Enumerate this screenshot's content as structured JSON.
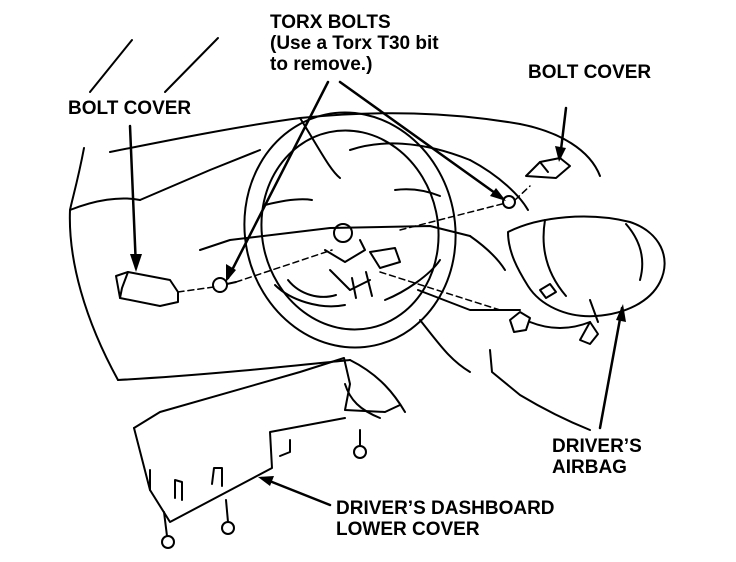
{
  "labels": {
    "torx": {
      "line1": "TORX BOLTS",
      "line2": "(Use a Torx T30 bit",
      "line3": "to remove.)"
    },
    "bolt_cover_left": "BOLT COVER",
    "bolt_cover_right": "BOLT COVER",
    "airbag": {
      "line1": "DRIVER’S",
      "line2": "AIRBAG"
    },
    "lower_cover": {
      "line1": "DRIVER’S DASHBOARD",
      "line2": "LOWER COVER"
    }
  },
  "colors": {
    "ink": "#000000",
    "paper": "#ffffff"
  }
}
